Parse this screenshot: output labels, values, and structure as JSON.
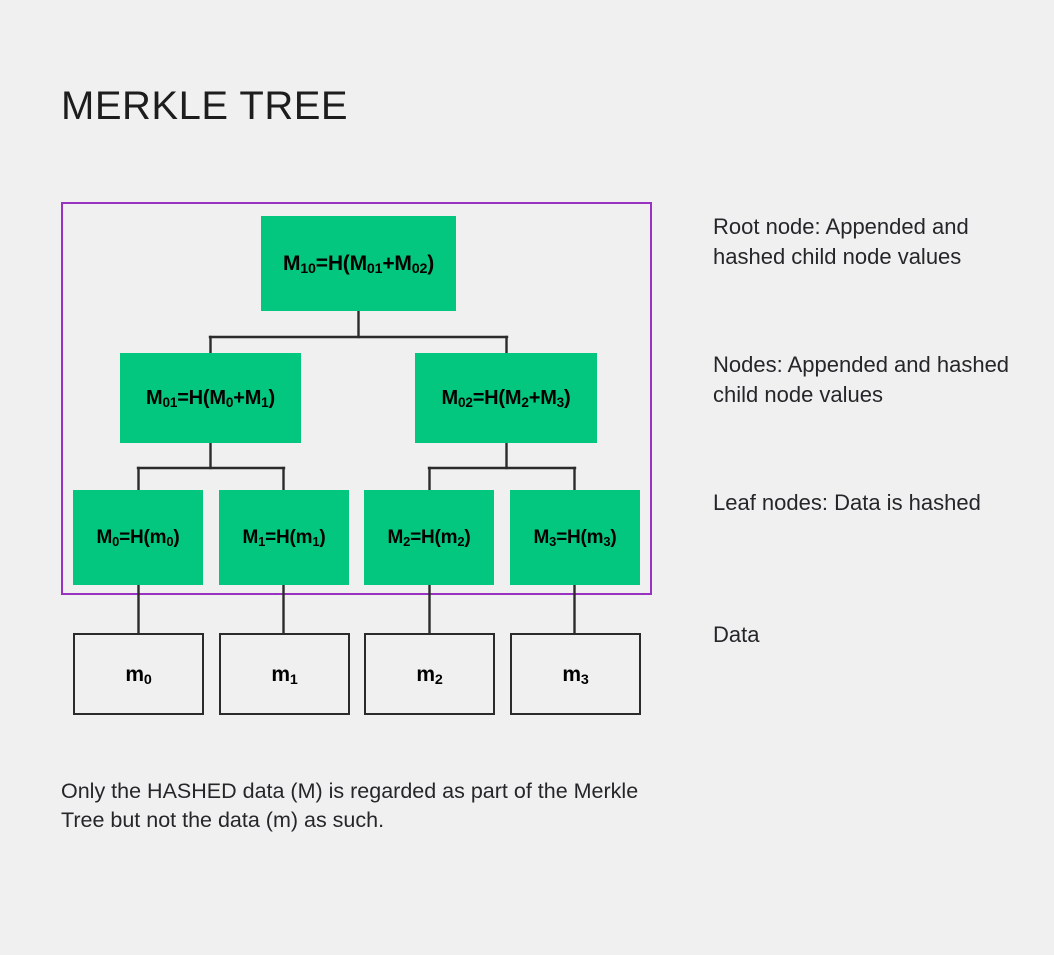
{
  "title": "MERKLE TREE",
  "colors": {
    "background": "#f0f0f0",
    "node_green": "#03c77e",
    "boundary_purple": "#9932c0",
    "line_black": "#2b2b2b",
    "text": "#26262a"
  },
  "tree": {
    "root": {
      "label": "M10=H(M01+M02)",
      "base": "M",
      "sub": "10",
      "expr_html": "M<sub>10</sub>=H(M<sub>01</sub>+M<sub>02</sub>)"
    },
    "nodes": [
      {
        "label": "M01=H(M0+M1)",
        "expr_html": "M<sub>01</sub>=H(M<sub>0</sub>+M<sub>1</sub>)"
      },
      {
        "label": "M02=H(M2+M3)",
        "expr_html": "M<sub>02</sub>=H(M<sub>2</sub>+M<sub>3</sub>)"
      }
    ],
    "leaves": [
      {
        "label": "M0=H(m0)",
        "expr_html": "M<sub>0</sub>=H(m<sub>0</sub>)"
      },
      {
        "label": "M1=H(m1)",
        "expr_html": "M<sub>1</sub>=H(m<sub>1</sub>)"
      },
      {
        "label": "M2=H(m2)",
        "expr_html": "M<sub>2</sub>=H(m<sub>2</sub>)"
      },
      {
        "label": "M3=H(m3)",
        "expr_html": "M<sub>3</sub>=H(m<sub>3</sub>)"
      }
    ],
    "data_blocks": [
      {
        "label": "m0",
        "expr_html": "m<sub>0</sub>"
      },
      {
        "label": "m1",
        "expr_html": "m<sub>1</sub>"
      },
      {
        "label": "m2",
        "expr_html": "m<sub>2</sub>"
      },
      {
        "label": "m3",
        "expr_html": "m<sub>3</sub>"
      }
    ]
  },
  "annotations": {
    "root": "Root node: Appended and hashed child node values",
    "nodes": "Nodes: Appended and hashed child node values",
    "leaves": "Leaf nodes: Data is hashed",
    "data": "Data"
  },
  "caption": "Only the HASHED data (M) is regarded as part of the Merkle Tree but not the data (m) as such."
}
